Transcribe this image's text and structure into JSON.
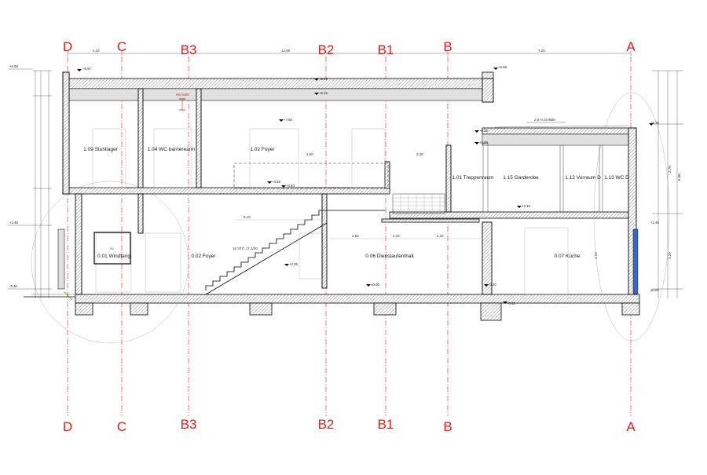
{
  "grid_axes": [
    "D",
    "C",
    "B3",
    "B2",
    "B1",
    "B",
    "A"
  ],
  "top_dimensions": [
    "2,24",
    "12,90",
    "7,25"
  ],
  "rooms": {
    "r109": "1.09 Stuhllager",
    "r104": "1.04 WC barrierearm",
    "r102": "1.02 Foyer",
    "r101": "1.01 Treppenraum",
    "r115": "1.15 Garderobe",
    "r112": "1.12 Vorraum D",
    "r113": "1.13 WC D",
    "r001": "0.01 Windfang",
    "r002": "0.02 Foyer",
    "r006": "0.06 Dienstaufenthalt",
    "r007": "0.07 Küche"
  },
  "annotations": {
    "beam": "HEA600",
    "slope": "2,0 % Gefälle",
    "stair": "16 STG 17,2/30",
    "rw": "rw"
  },
  "levels": {
    "l658": "+6.58",
    "l657": "+6.57",
    "l619": "+6.19",
    "l615": "+6.15",
    "l760": "+7.60",
    "l440": "+4.40",
    "l465": "+4.65",
    "l436": "+4.36",
    "l000": "±0.00",
    "l235": "+2.35",
    "l310": "+3.10",
    "l246": "+2.46",
    "l030": "-0.30",
    "l020": "-0.20",
    "l045": "-0.45",
    "l536": "+5.36",
    "l525": "+5.25",
    "l500": "+5.00"
  },
  "dims": {
    "d510": "5,10",
    "d252": "2,52",
    "d234": "2,34",
    "d222": "2,22",
    "d273": "2,73",
    "d218": "2,18",
    "d600": "6,00",
    "d250": "2,50",
    "d320": "3,20",
    "d270": "2,70"
  }
}
